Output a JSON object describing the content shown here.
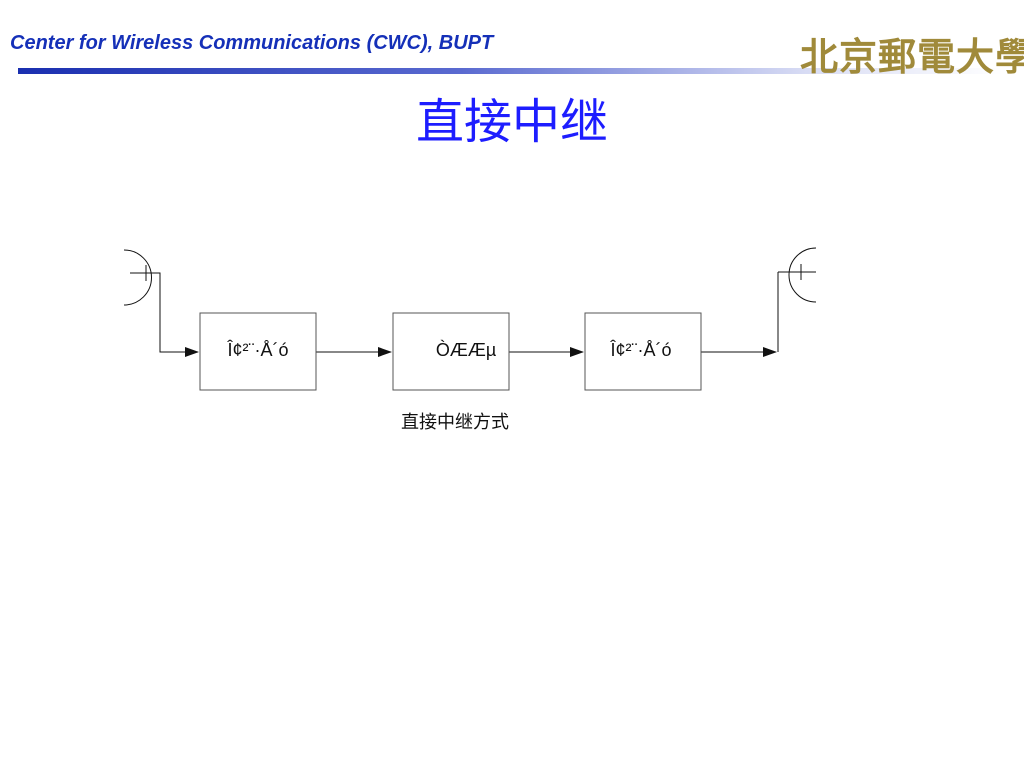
{
  "header": {
    "title": "Center for Wireless Communications (CWC), BUPT",
    "logo_text": "北京郵電大學",
    "accent_color": "#1530b8"
  },
  "slide": {
    "title": "直接中继"
  },
  "diagram": {
    "blocks": [
      {
        "id": "block-left",
        "label": "Î¢²¨·Å´ó"
      },
      {
        "id": "block-middle",
        "label": "ÒÆÆµ"
      },
      {
        "id": "block-right",
        "label": "Î¢²¨·Å´ó"
      }
    ],
    "caption": "直接中继方式",
    "icons": [
      "antenna-icon-left",
      "antenna-icon-right"
    ]
  }
}
